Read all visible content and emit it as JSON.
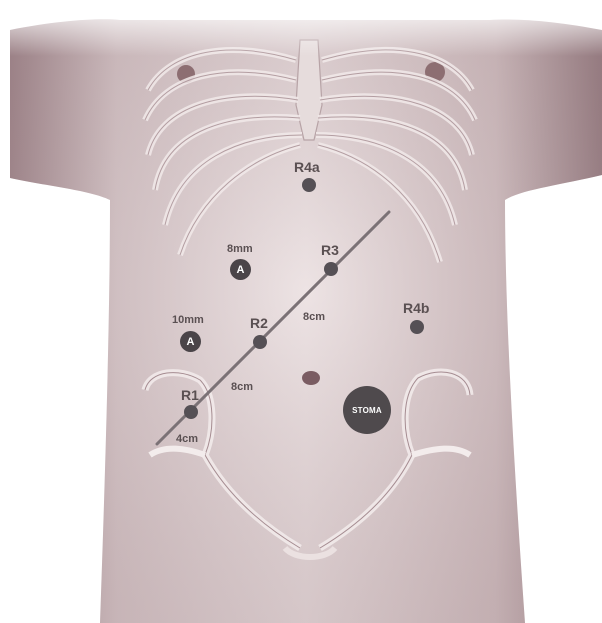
{
  "ports": [
    {
      "id": "r4a",
      "label": "R4a"
    },
    {
      "id": "r3",
      "label": "R3"
    },
    {
      "id": "r2",
      "label": "R2"
    },
    {
      "id": "r1",
      "label": "R1"
    },
    {
      "id": "r4b",
      "label": "R4b"
    }
  ],
  "assist_ports": [
    {
      "id": "upper",
      "size": "8mm",
      "symbol": "A"
    },
    {
      "id": "lower",
      "size": "10mm",
      "symbol": "A"
    }
  ],
  "distances": {
    "r3_r2": "8cm",
    "r2_r1": "8cm",
    "r1_end": "4cm"
  },
  "stoma": {
    "label": "STOMA"
  },
  "colors": {
    "marker": "#555055",
    "line": "#7b7276",
    "skin": "#c8b4b7",
    "text": "#5a5052"
  }
}
